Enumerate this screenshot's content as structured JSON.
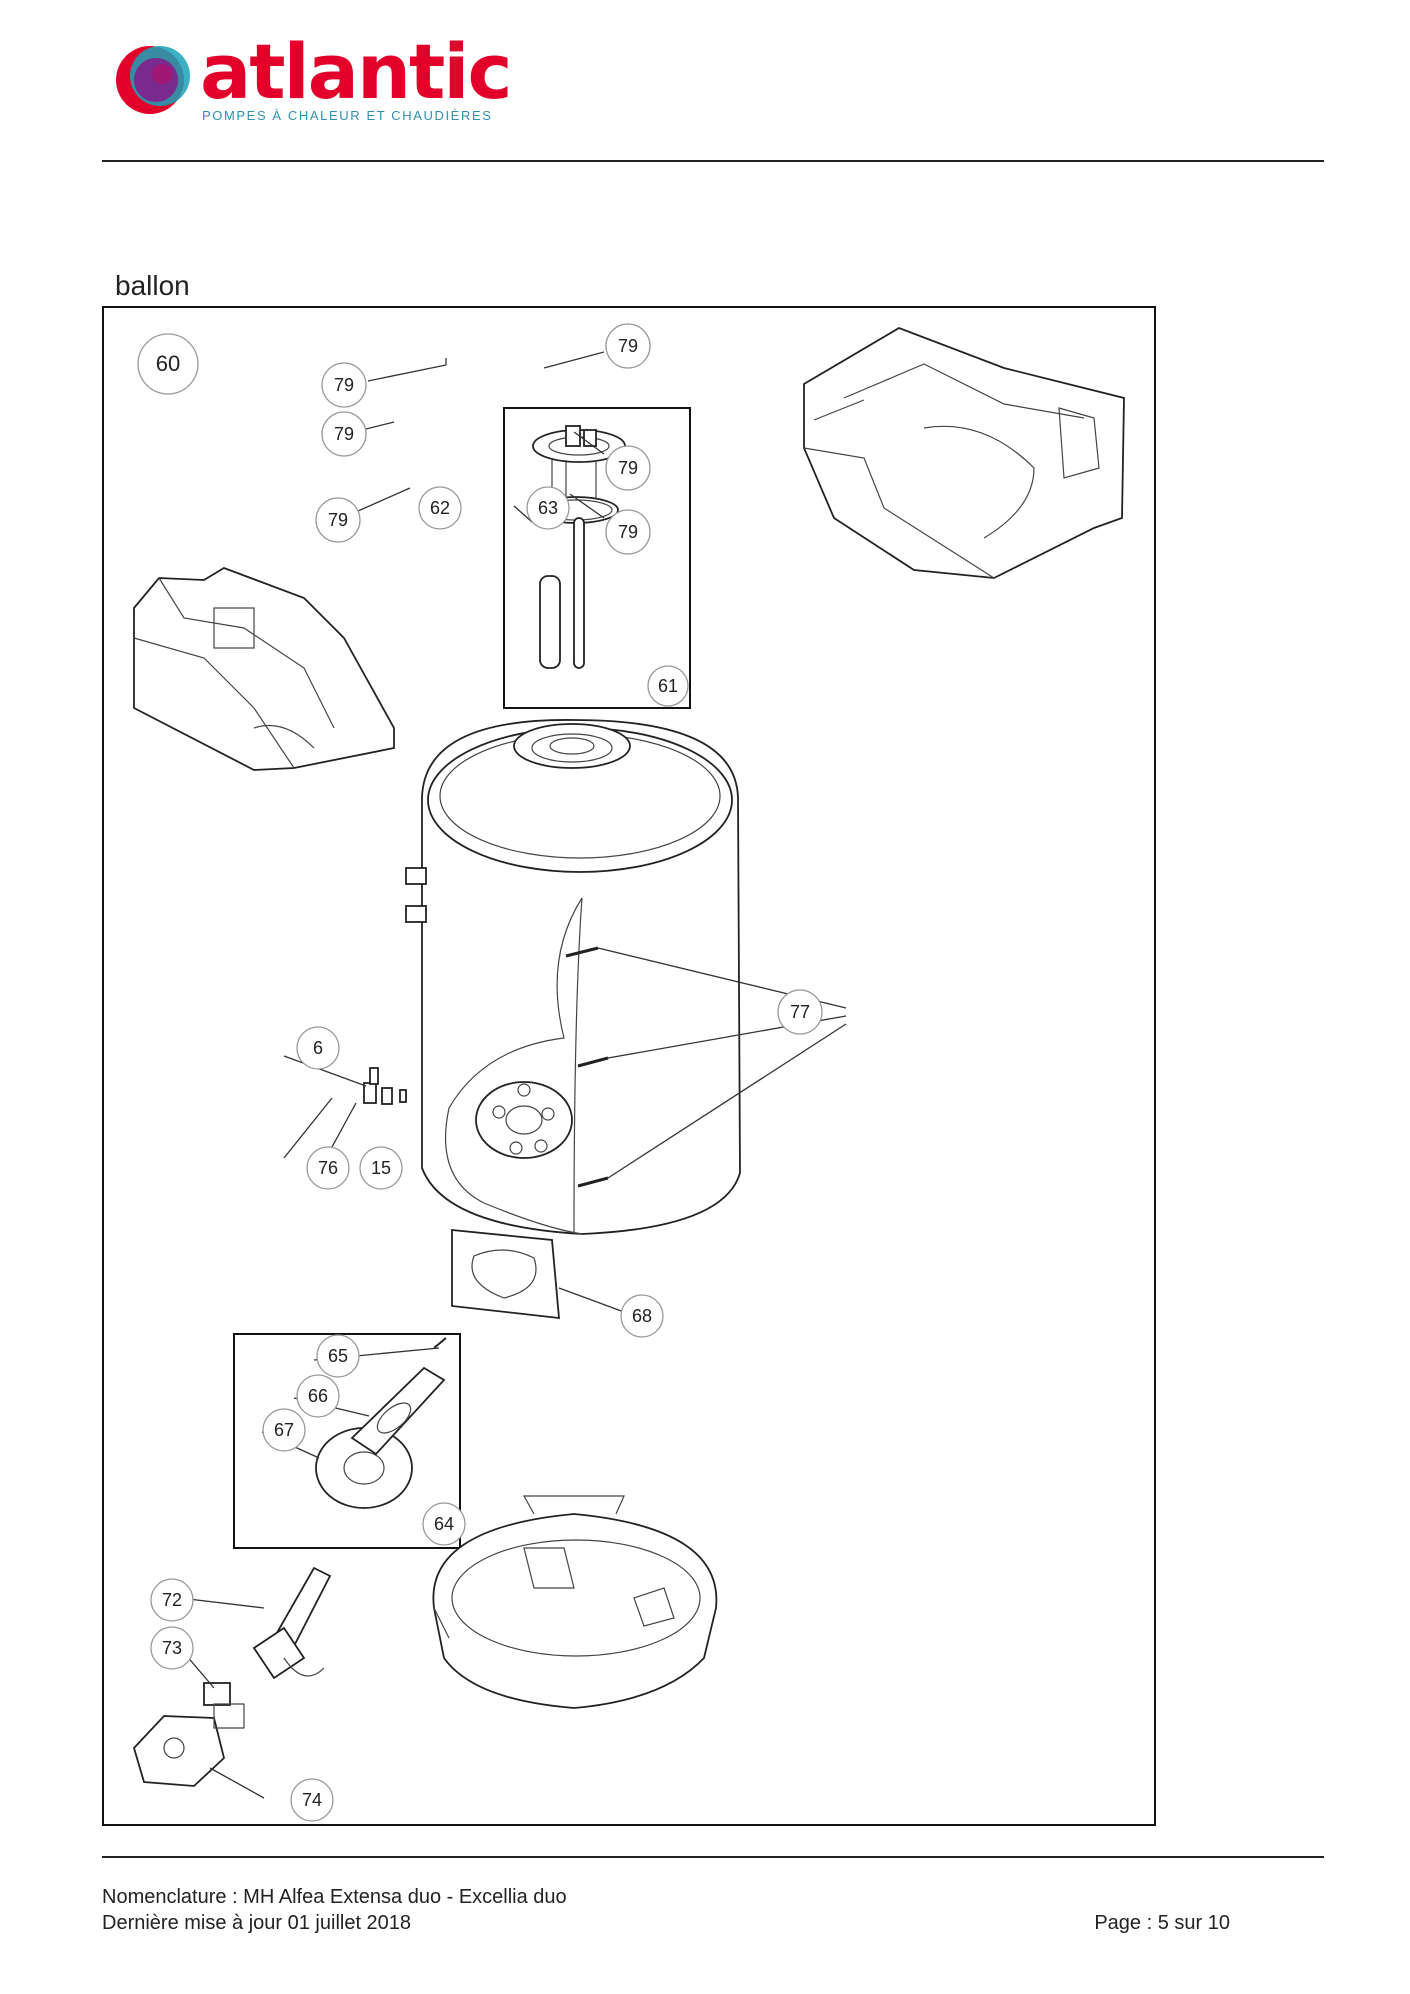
{
  "header": {
    "brand": "atlantic",
    "tagline": "POMPES À CHALEUR ET CHAUDIÈRES",
    "colors": {
      "brand_red": "#e2002a",
      "tagline_blue": "#2f8fb0",
      "logo_purple": "#7a2a8c",
      "logo_teal": "#1aa3b8"
    }
  },
  "section": {
    "title": "ballon"
  },
  "diagram": {
    "callouts": {
      "c60": "60",
      "c79a": "79",
      "c79b": "79",
      "c79c": "79",
      "c79d": "79",
      "c79e": "79",
      "c79f": "79",
      "c62": "62",
      "c63": "63",
      "c61": "61",
      "c77": "77",
      "c6": "6",
      "c76": "76",
      "c15": "15",
      "c68": "68",
      "c65": "65",
      "c66": "66",
      "c67": "67",
      "c64": "64",
      "c72": "72",
      "c73": "73",
      "c74": "74"
    }
  },
  "footer": {
    "line1": "Nomenclature : MH Alfea Extensa duo - Excellia duo",
    "line2": "Dernière mise à jour 01 juillet 2018",
    "page": "Page : 5 sur 10"
  }
}
